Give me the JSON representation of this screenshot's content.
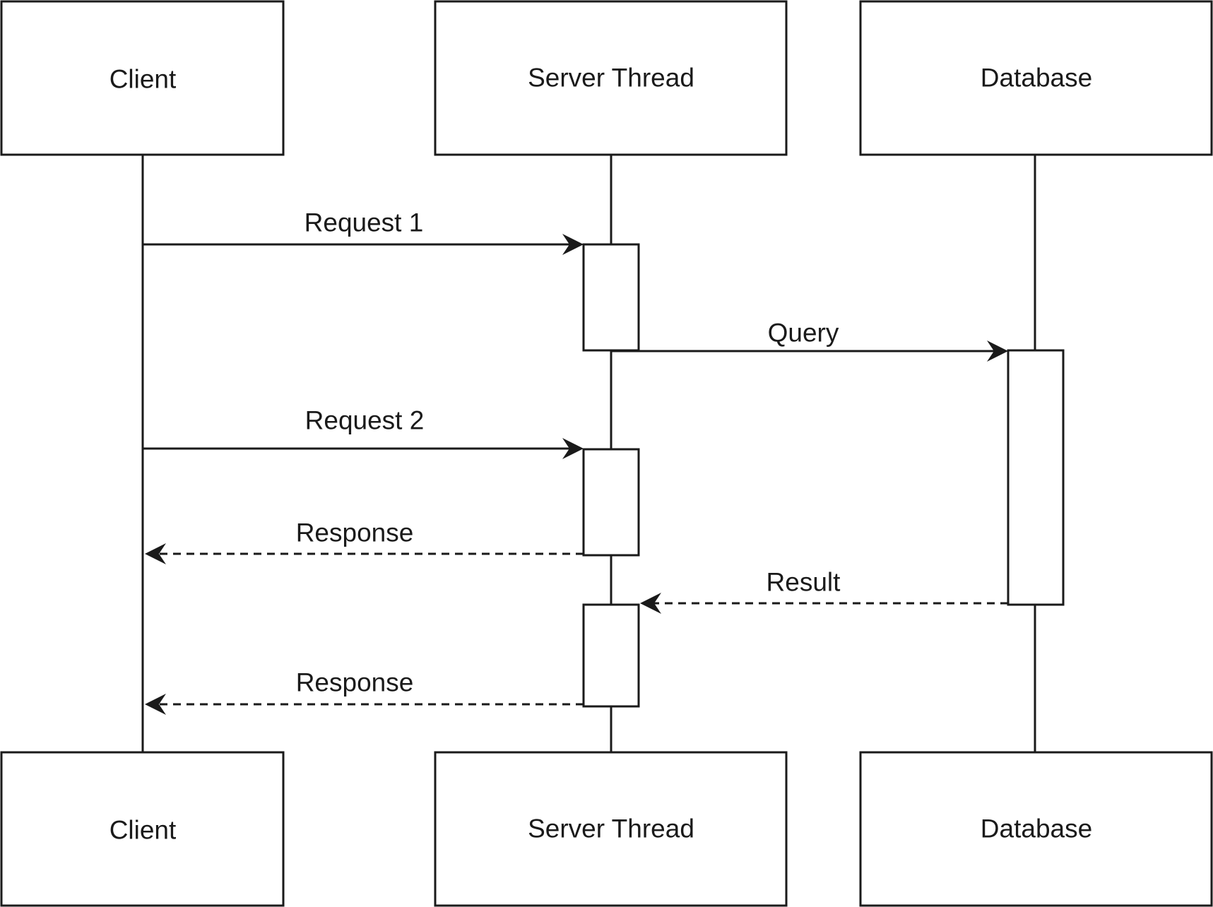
{
  "participants": {
    "client": "Client",
    "server": "Server Thread",
    "database": "Database"
  },
  "messages": [
    {
      "id": "request-1",
      "from": "client",
      "to": "server",
      "style": "solid",
      "label": "Request 1"
    },
    {
      "id": "query",
      "from": "server",
      "to": "database",
      "style": "solid",
      "label": "Query"
    },
    {
      "id": "request-2",
      "from": "client",
      "to": "server",
      "style": "solid",
      "label": "Request 2"
    },
    {
      "id": "response-1",
      "from": "server",
      "to": "client",
      "style": "dashed",
      "label": "Response"
    },
    {
      "id": "result",
      "from": "database",
      "to": "server",
      "style": "dashed",
      "label": "Result"
    },
    {
      "id": "response-2",
      "from": "server",
      "to": "client",
      "style": "dashed",
      "label": "Response"
    }
  ],
  "colors": {
    "stroke": "#1a1a1a",
    "background": "#ffffff"
  }
}
